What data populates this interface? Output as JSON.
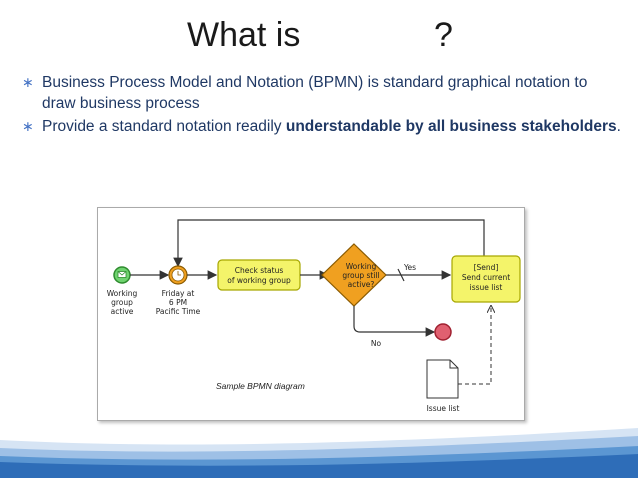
{
  "slide": {
    "title_left": "What is",
    "title_right": "?"
  },
  "bullets": [
    {
      "marker": "∗",
      "text": "Business Process Model and Notation (BPMN) is standard graphical notation to draw business process"
    },
    {
      "marker": "∗",
      "text_plain": "Provide a standard notation readily ",
      "text_bold": "understandable by all business stakeholders",
      "text_end": "."
    }
  ],
  "diagram": {
    "start_event_label_line1": "Working",
    "start_event_label_line2": "group",
    "start_event_label_line3": "active",
    "timer_label_line1": "Friday at",
    "timer_label_line2": "6 PM",
    "timer_label_line3": "Pacific Time",
    "task1_line1": "Check status",
    "task1_line2": "of working group",
    "gateway_line1": "Working",
    "gateway_line2": "group still",
    "gateway_line3": "active?",
    "yes_label": "Yes",
    "no_label": "No",
    "task2_line1": "[Send]",
    "task2_line2": "Send current",
    "task2_line3": "issue list",
    "data_object_label": "Issue list",
    "caption": "Sample BPMN diagram",
    "colors": {
      "task_fill": "#f4f46a",
      "task_stroke": "#a6a600",
      "gateway_fill": "#f0a020",
      "start_fill": "#6fd36f",
      "end_fill": "#e06070",
      "line": "#333333"
    }
  }
}
